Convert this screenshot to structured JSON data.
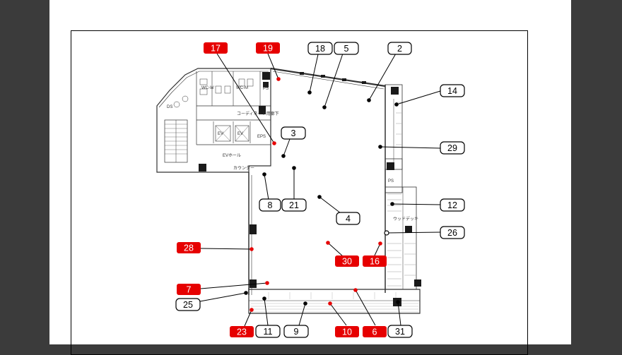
{
  "plan_text": {
    "wc_w": "WC-W",
    "wc_m": "WC-M",
    "ps": "PS",
    "ds": "DS",
    "eps": "EPS",
    "ev": "EV",
    "ev_hall": "EVホール",
    "corridor": "コーディネート用廊下",
    "counter": "カウンター",
    "wood_deck": "ウッドデッキ"
  },
  "colors": {
    "red_marker": "#e60000",
    "black_marker": "#000000"
  },
  "markers": [
    {
      "id": "17",
      "red": true
    },
    {
      "id": "19",
      "red": true
    },
    {
      "id": "18",
      "red": false
    },
    {
      "id": "5",
      "red": false
    },
    {
      "id": "2",
      "red": false
    },
    {
      "id": "14",
      "red": false
    },
    {
      "id": "3",
      "red": false
    },
    {
      "id": "29",
      "red": false
    },
    {
      "id": "8",
      "red": false
    },
    {
      "id": "21",
      "red": false
    },
    {
      "id": "12",
      "red": false
    },
    {
      "id": "4",
      "red": false
    },
    {
      "id": "26",
      "red": false
    },
    {
      "id": "28",
      "red": true
    },
    {
      "id": "30",
      "red": true
    },
    {
      "id": "16",
      "red": true
    },
    {
      "id": "7",
      "red": true
    },
    {
      "id": "25",
      "red": false
    },
    {
      "id": "23",
      "red": true
    },
    {
      "id": "11",
      "red": false
    },
    {
      "id": "9",
      "red": false
    },
    {
      "id": "10",
      "red": true
    },
    {
      "id": "6",
      "red": true
    },
    {
      "id": "31",
      "red": false
    }
  ]
}
